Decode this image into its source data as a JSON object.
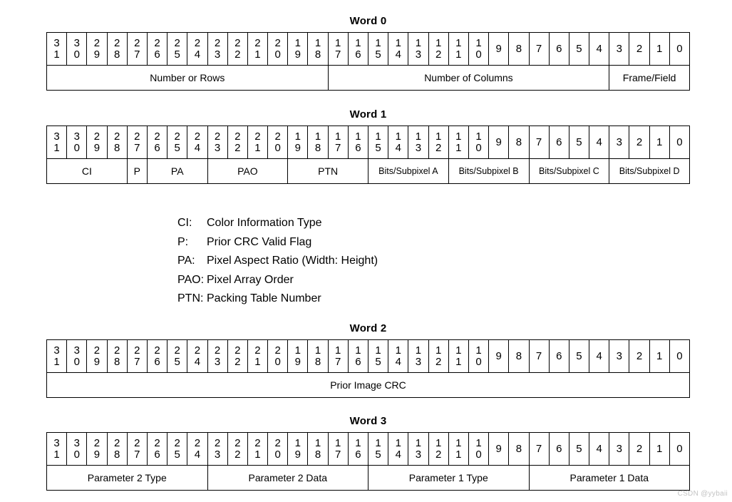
{
  "diagram": {
    "bit_labels_desc": [
      "31",
      "30",
      "29",
      "28",
      "27",
      "26",
      "25",
      "24",
      "23",
      "22",
      "21",
      "20",
      "19",
      "18",
      "17",
      "16",
      "15",
      "14",
      "13",
      "12",
      "11",
      "10",
      "9",
      "8",
      "7",
      "6",
      "5",
      "4",
      "3",
      "2",
      "1",
      "0"
    ],
    "words": [
      {
        "title": "Word 0",
        "bits": [
          "31",
          "30",
          "29",
          "28",
          "27",
          "26",
          "25",
          "24",
          "23",
          "22",
          "21",
          "20",
          "19",
          "18",
          "17",
          "16",
          "15",
          "14",
          "13",
          "12",
          "11",
          "10",
          "9",
          "8",
          "7",
          "6",
          "5",
          "4",
          "3",
          "2",
          "1",
          "0"
        ],
        "fields": [
          {
            "label": "Number or Rows",
            "span": 14,
            "bit_high": 31,
            "bit_low": 18
          },
          {
            "label": "Number of Columns",
            "span": 14,
            "bit_high": 17,
            "bit_low": 4
          },
          {
            "label": "Frame/Field",
            "span": 4,
            "bit_high": 3,
            "bit_low": 0
          }
        ]
      },
      {
        "title": "Word 1",
        "bits": [
          "31",
          "30",
          "29",
          "28",
          "27",
          "26",
          "25",
          "24",
          "23",
          "22",
          "21",
          "20",
          "19",
          "18",
          "17",
          "16",
          "15",
          "14",
          "13",
          "12",
          "11",
          "10",
          "9",
          "8",
          "7",
          "6",
          "5",
          "4",
          "3",
          "2",
          "1",
          "0"
        ],
        "fields": [
          {
            "label": "CI",
            "span": 4,
            "bit_high": 31,
            "bit_low": 28
          },
          {
            "label": "P",
            "span": 1,
            "bit_high": 27,
            "bit_low": 27
          },
          {
            "label": "PA",
            "span": 3,
            "bit_high": 26,
            "bit_low": 24
          },
          {
            "label": "PAO",
            "span": 4,
            "bit_high": 23,
            "bit_low": 20
          },
          {
            "label": "PTN",
            "span": 4,
            "bit_high": 19,
            "bit_low": 16
          },
          {
            "label": "Bits/Subpixel A",
            "span": 4,
            "bit_high": 15,
            "bit_low": 12,
            "small": true
          },
          {
            "label": "Bits/Subpixel B",
            "span": 4,
            "bit_high": 11,
            "bit_low": 8,
            "small": true
          },
          {
            "label": "Bits/Subpixel C",
            "span": 4,
            "bit_high": 7,
            "bit_low": 4,
            "small": true
          },
          {
            "label": "Bits/Subpixel D",
            "span": 4,
            "bit_high": 3,
            "bit_low": 0,
            "small": true
          }
        ]
      },
      {
        "title": "Word 2",
        "bits": [
          "31",
          "30",
          "29",
          "28",
          "27",
          "26",
          "25",
          "24",
          "23",
          "22",
          "21",
          "20",
          "19",
          "18",
          "17",
          "16",
          "15",
          "14",
          "13",
          "12",
          "11",
          "10",
          "9",
          "8",
          "7",
          "6",
          "5",
          "4",
          "3",
          "2",
          "1",
          "0"
        ],
        "fields": [
          {
            "label": "Prior Image CRC",
            "span": 32,
            "bit_high": 31,
            "bit_low": 0
          }
        ]
      },
      {
        "title": "Word 3",
        "bits": [
          "31",
          "30",
          "29",
          "28",
          "27",
          "26",
          "25",
          "24",
          "23",
          "22",
          "21",
          "20",
          "19",
          "18",
          "17",
          "16",
          "15",
          "14",
          "13",
          "12",
          "11",
          "10",
          "9",
          "8",
          "7",
          "6",
          "5",
          "4",
          "3",
          "2",
          "1",
          "0"
        ],
        "fields": [
          {
            "label": "Parameter 2 Type",
            "span": 8,
            "bit_high": 31,
            "bit_low": 24
          },
          {
            "label": "Parameter 2 Data",
            "span": 8,
            "bit_high": 23,
            "bit_low": 16
          },
          {
            "label": "Parameter 1 Type",
            "span": 8,
            "bit_high": 15,
            "bit_low": 8
          },
          {
            "label": "Parameter 1 Data",
            "span": 8,
            "bit_high": 7,
            "bit_low": 0
          }
        ]
      }
    ],
    "legend": [
      {
        "abbr": "CI:",
        "text": "Color Information Type"
      },
      {
        "abbr": "P:",
        "text": "Prior CRC Valid Flag"
      },
      {
        "abbr": "PA:",
        "text": "Pixel Aspect Ratio (Width: Height)"
      },
      {
        "abbr": "PAO:",
        "text": "Pixel Array Order"
      },
      {
        "abbr": "PTN:",
        "text": "Packing Table Number"
      }
    ],
    "watermark": "CSDN @yybaii"
  }
}
